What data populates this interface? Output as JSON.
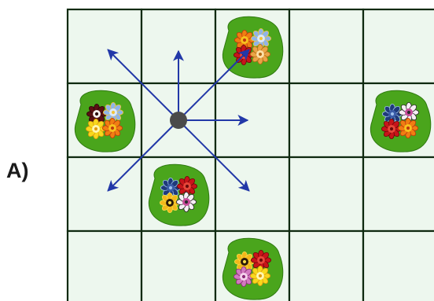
{
  "panel_label": "A)",
  "board": {
    "rows": 4,
    "cols": 5,
    "cell_color": "#edf7ee",
    "line_color": "#0f2a10",
    "piece": {
      "name": "player-token",
      "row": 1,
      "col": 1,
      "color": "#4a4a4a"
    },
    "moves": [
      {
        "name": "arrow-up",
        "to_row": 0,
        "to_col": 1
      },
      {
        "name": "arrow-right",
        "to_row": 1,
        "to_col": 2
      },
      {
        "name": "arrow-up-left",
        "to_row": 0,
        "to_col": 0
      },
      {
        "name": "arrow-up-right",
        "to_row": 0,
        "to_col": 2
      },
      {
        "name": "arrow-down-left",
        "to_row": 2,
        "to_col": 0
      },
      {
        "name": "arrow-down-right",
        "to_row": 2,
        "to_col": 2
      }
    ],
    "arrow_color": "#2238a8",
    "flower_patches": [
      {
        "name": "flower-patch-top",
        "row": 0,
        "col": 2,
        "flowers": [
          "orange",
          "blue",
          "red",
          "peach"
        ]
      },
      {
        "name": "flower-patch-left",
        "row": 1,
        "col": 0,
        "flowers": [
          "maroon",
          "blue",
          "yellow",
          "orange"
        ]
      },
      {
        "name": "flower-patch-right",
        "row": 1,
        "col": 4,
        "flowers": [
          "navy",
          "pink-white",
          "red",
          "orange"
        ]
      },
      {
        "name": "flower-patch-center",
        "row": 2,
        "col": 1,
        "flowers": [
          "navy",
          "red",
          "sunflower",
          "pink-white"
        ]
      },
      {
        "name": "flower-patch-bottom",
        "row": 3,
        "col": 2,
        "flowers": [
          "sunflower",
          "red",
          "pink",
          "yellow"
        ]
      }
    ],
    "patch_color": "#4aa51c"
  }
}
